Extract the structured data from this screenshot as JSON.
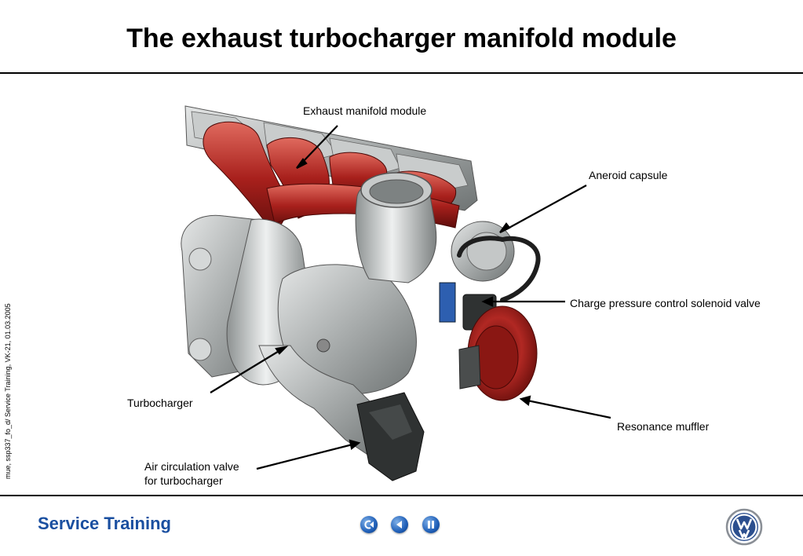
{
  "title": "The exhaust turbocharger manifold module",
  "side_note": "mue, ssp337_fo_d/  Service Training, VK-21, 01.03.2005",
  "labels": {
    "exhaust_manifold": "Exhaust manifold module",
    "aneroid_capsule": "Aneroid capsule",
    "solenoid_valve": "Charge pressure control solenoid valve",
    "turbocharger": "Turbocharger",
    "resonance_muffler": "Resonance muffler",
    "air_valve_line1": "Air circulation valve",
    "air_valve_line2": "for turbocharger"
  },
  "footer": {
    "brand": "Service Training"
  },
  "nav_icons": [
    "back-to-start-icon",
    "previous-icon",
    "pause-icon"
  ],
  "colors": {
    "brand_blue": "#1a4fa0",
    "manifold_red": "#a8201c"
  }
}
